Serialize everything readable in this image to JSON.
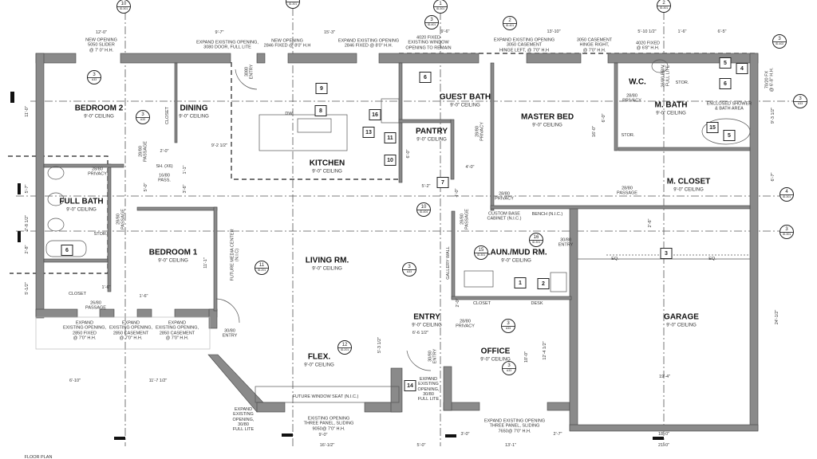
{
  "title": "FLOOR PLAN",
  "rooms": [
    {
      "name": "BEDROOM 2",
      "ceiling": "9'-0\" CEILING"
    },
    {
      "name": "DINING",
      "ceiling": "9'-0\" CEILING"
    },
    {
      "name": "KITCHEN",
      "ceiling": "9'-0\" CEILING"
    },
    {
      "name": "GUEST BATH",
      "ceiling": "9'-0\" CEILING"
    },
    {
      "name": "PANTRY",
      "ceiling": "9'-0\" CEILING"
    },
    {
      "name": "MASTER BED",
      "ceiling": "9'-0\" CEILING"
    },
    {
      "name": "W.C.",
      "ceiling": ""
    },
    {
      "name": "M. BATH",
      "ceiling": "9'-0\" CEILING"
    },
    {
      "name": "M. CLOSET",
      "ceiling": "9'-0\" CEILING"
    },
    {
      "name": "FULL BATH",
      "ceiling": "9'-0\" CEILING"
    },
    {
      "name": "BEDROOM 1",
      "ceiling": "9'-0\" CEILING"
    },
    {
      "name": "LIVING RM.",
      "ceiling": "9'-0\" CEILING"
    },
    {
      "name": "LAUN./MUD RM.",
      "ceiling": "9'-0\" CEILING"
    },
    {
      "name": "ENTRY",
      "ceiling": "9'-0\" CEILING"
    },
    {
      "name": "OFFICE",
      "ceiling": "9'-0\" CEILING"
    },
    {
      "name": "GARAGE",
      "ceiling": "9'-0\" CEILING"
    },
    {
      "name": "FLEX.",
      "ceiling": "9'-0\" CEILING"
    }
  ],
  "notes": [
    "12'-0\"",
    "NEW OPENING\n5050 SLIDER\n@ 7' 0\" H.H.",
    "9'-7\"",
    "EXPAND EXISTING OPENING,\n3080 DOOR, FULL LITE",
    "15'-3\"",
    "NEW OPENING\n2846 FIXED @ 8'0\" H.H",
    "EXPAND EXISTING OPENING\n2846 FIXED @ 8'0\" H.H.",
    "9'-6\"",
    "4020 FIXED\nEXISTING WINDOW\nOPENING TO REMAIN",
    "13'-10\"",
    "EXPAND EXISTING OPENING\n3050 CASEMENT\nHINGE LEFT, @ 7'0\" H.H",
    "3050 CASEMENT\nHINGE RIGHT,\n@ 7'0\" H.H.",
    "5'-10 1/2\"",
    "1'-6\"",
    "6'-5\"",
    "4020 FIXED\n@ 6'8\" H.H.",
    "3080\nENTRY",
    "DW",
    "CLOSET",
    "28/80\nPASSAGE",
    "2'-0\"",
    "9'-2 1/2\"",
    "SH. (X6)",
    "16/80\nPASS.",
    "1'-1\"",
    "5'-0\"",
    "3'-6\"",
    "28/80\nPRIVACY",
    "28/80\nPASSAGE",
    "STOR.",
    "5'-7\"",
    "2'-8 1/2\"",
    "2'-8\"",
    "11'-0\"",
    "5'-1/2\"",
    "11'-1\"",
    "FUTURE MEDIA CENTER\n(N.I.C)",
    "CLOSET",
    "1'-6\"",
    "26/80\nPASSAGE",
    "1'-6\"",
    "EXPAND\nEXISTING OPENING,\n2850 FIXED\n@ 7'0\" H.H.",
    "EXPAND\nEXISTING OPENING,\n2850 CASEMENT\n@ 7'0\" H.H.",
    "EXPAND\nEXISTING OPENING,\n2850 CASEMENT\n@ 7'0\" H.H.",
    "30/80\nENTRY",
    "6'-10\"",
    "11'-7 1/2\"",
    "EXPAND\nEXISTING\nOPENING,\n30/80\nFULL LITE",
    "FUTURE WINDOW SEAT (N.I.C.)",
    "EXISTING OPENING\nTHREE PANEL, SLIDING\n9050@ 7'0\" H.H.",
    "9'-0\"",
    "16'-1/2\"",
    "5'-3 1/2\"",
    "6'-6 1/2\"",
    "30/80\nENTRY",
    "EXPAND\nEXISTING\nOPENING,\n30/80\nFULL LITE",
    "28/80\nPRIVACY",
    "CLOSET",
    "DESK",
    "2'-0\"",
    "10'-0\"",
    "12'-4 1/2\"",
    "EXPAND EXISTING OPENING\nTHREE PANEL, SLIDING\n7650@ 7'0\" H.H.",
    "3'-0\"",
    "2'-7\"",
    "5'-0\"",
    "13'-1\"",
    "18'-0\"",
    "21'-0\"",
    "19'-4\"",
    "24'-1/2\"",
    "EQ.",
    "EQ.",
    "2'-6\"",
    "CUSTOM BASE\nCABINET (N.I.C.)",
    "BENCH (N.I.C.)",
    "30/80\nENTRY",
    "GALLERY WALL",
    "28/80\nPASSAGE",
    "28/80\nPRIVACY",
    "4'-0\"",
    "5'-2\"",
    "4'-0\"",
    "6'-0\"",
    "28/80\nPRIVACY",
    "28/80\nPASSAGE",
    "6'-7\"",
    "16'-0\"",
    "6'-0\"",
    "28/80\nPRIVACY",
    "26/80 PRIV.\nFULL LITE",
    "STOR.",
    "STOR.",
    "ENCLOSED SHOWER\n& BATH AREA",
    "70/20 FX\n@ 6'-8\" H.H.",
    "9'-3 1/2\""
  ],
  "tags": [
    "9",
    "8",
    "16",
    "13",
    "11",
    "10",
    "6",
    "7",
    "6",
    "5",
    "4",
    "15",
    "5",
    "6",
    "3",
    "1",
    "2",
    "14"
  ],
  "markers": [
    {
      "num": "10",
      "sheet": "ID-301"
    },
    {
      "num": "",
      "sheet": "ID-301"
    },
    {
      "num": "1",
      "sheet": "ID-301"
    },
    {
      "num": "3",
      "sheet": "ID-401"
    },
    {
      "num": "2",
      "sheet": "ID-401"
    },
    {
      "num": "2",
      "sheet": "ID-301"
    },
    {
      "num": "3",
      "sheet": "ID-402"
    },
    {
      "num": "3",
      "sheet": "A33"
    },
    {
      "num": "3",
      "sheet": "A33"
    },
    {
      "num": "3",
      "sheet": "A33"
    },
    {
      "num": "4",
      "sheet": "ID-301"
    },
    {
      "num": "3",
      "sheet": "ID-301"
    },
    {
      "num": "10",
      "sheet": "ID-404"
    },
    {
      "num": "3",
      "sheet": "A33"
    },
    {
      "num": "16",
      "sheet": "ID-301"
    },
    {
      "num": "15",
      "sheet": "ID-301"
    },
    {
      "num": "11",
      "sheet": "ID-201"
    },
    {
      "num": "12",
      "sheet": "ID-201"
    },
    {
      "num": "3",
      "sheet": "A33"
    },
    {
      "num": "3",
      "sheet": "A33"
    }
  ],
  "colors": {
    "wall": "#8a8a8a",
    "line": "#333333",
    "grid": "#555555"
  }
}
